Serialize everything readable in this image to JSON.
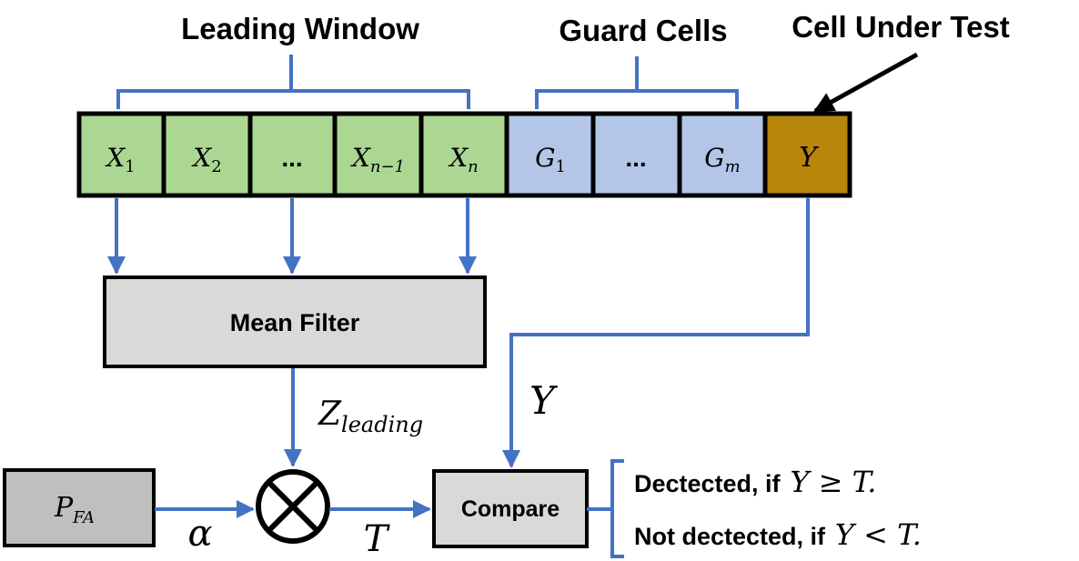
{
  "labels": {
    "leading_window": "Leading Window",
    "guard_cells": "Guard Cells",
    "cell_under_test": "Cell Under Test"
  },
  "cells": {
    "x1": {
      "base": "X",
      "sub": "1"
    },
    "x2": {
      "base": "X",
      "sub": "2"
    },
    "x_dots": "...",
    "x_n1": {
      "base": "X",
      "sub": "n−1"
    },
    "x_n": {
      "base": "X",
      "sub": "n"
    },
    "g1": {
      "base": "G",
      "sub": "1"
    },
    "g_dots": "...",
    "gm": {
      "base": "G",
      "sub": "m"
    },
    "y": "Y"
  },
  "blocks": {
    "mean_filter": "Mean Filter",
    "pfa": {
      "base": "P",
      "sub": "FA"
    },
    "compare": "Compare"
  },
  "signals": {
    "z": {
      "base": "Z",
      "sub": "leading"
    },
    "y": "Y",
    "alpha": "α",
    "t": "T"
  },
  "outcomes": {
    "detected": {
      "text": "Dectected, if",
      "math": "Y ≥ T."
    },
    "not_detected": {
      "text": "Not dectected, if",
      "math": "Y < T."
    }
  },
  "colors": {
    "leading_cell": "#acd793",
    "guard_cell": "#b4c6e7",
    "cut_cell": "#b8860b",
    "block_fill": "#d9d9d9",
    "pfa_fill": "#bfbfbf",
    "connector": "#4472c4",
    "outline": "#000000"
  }
}
